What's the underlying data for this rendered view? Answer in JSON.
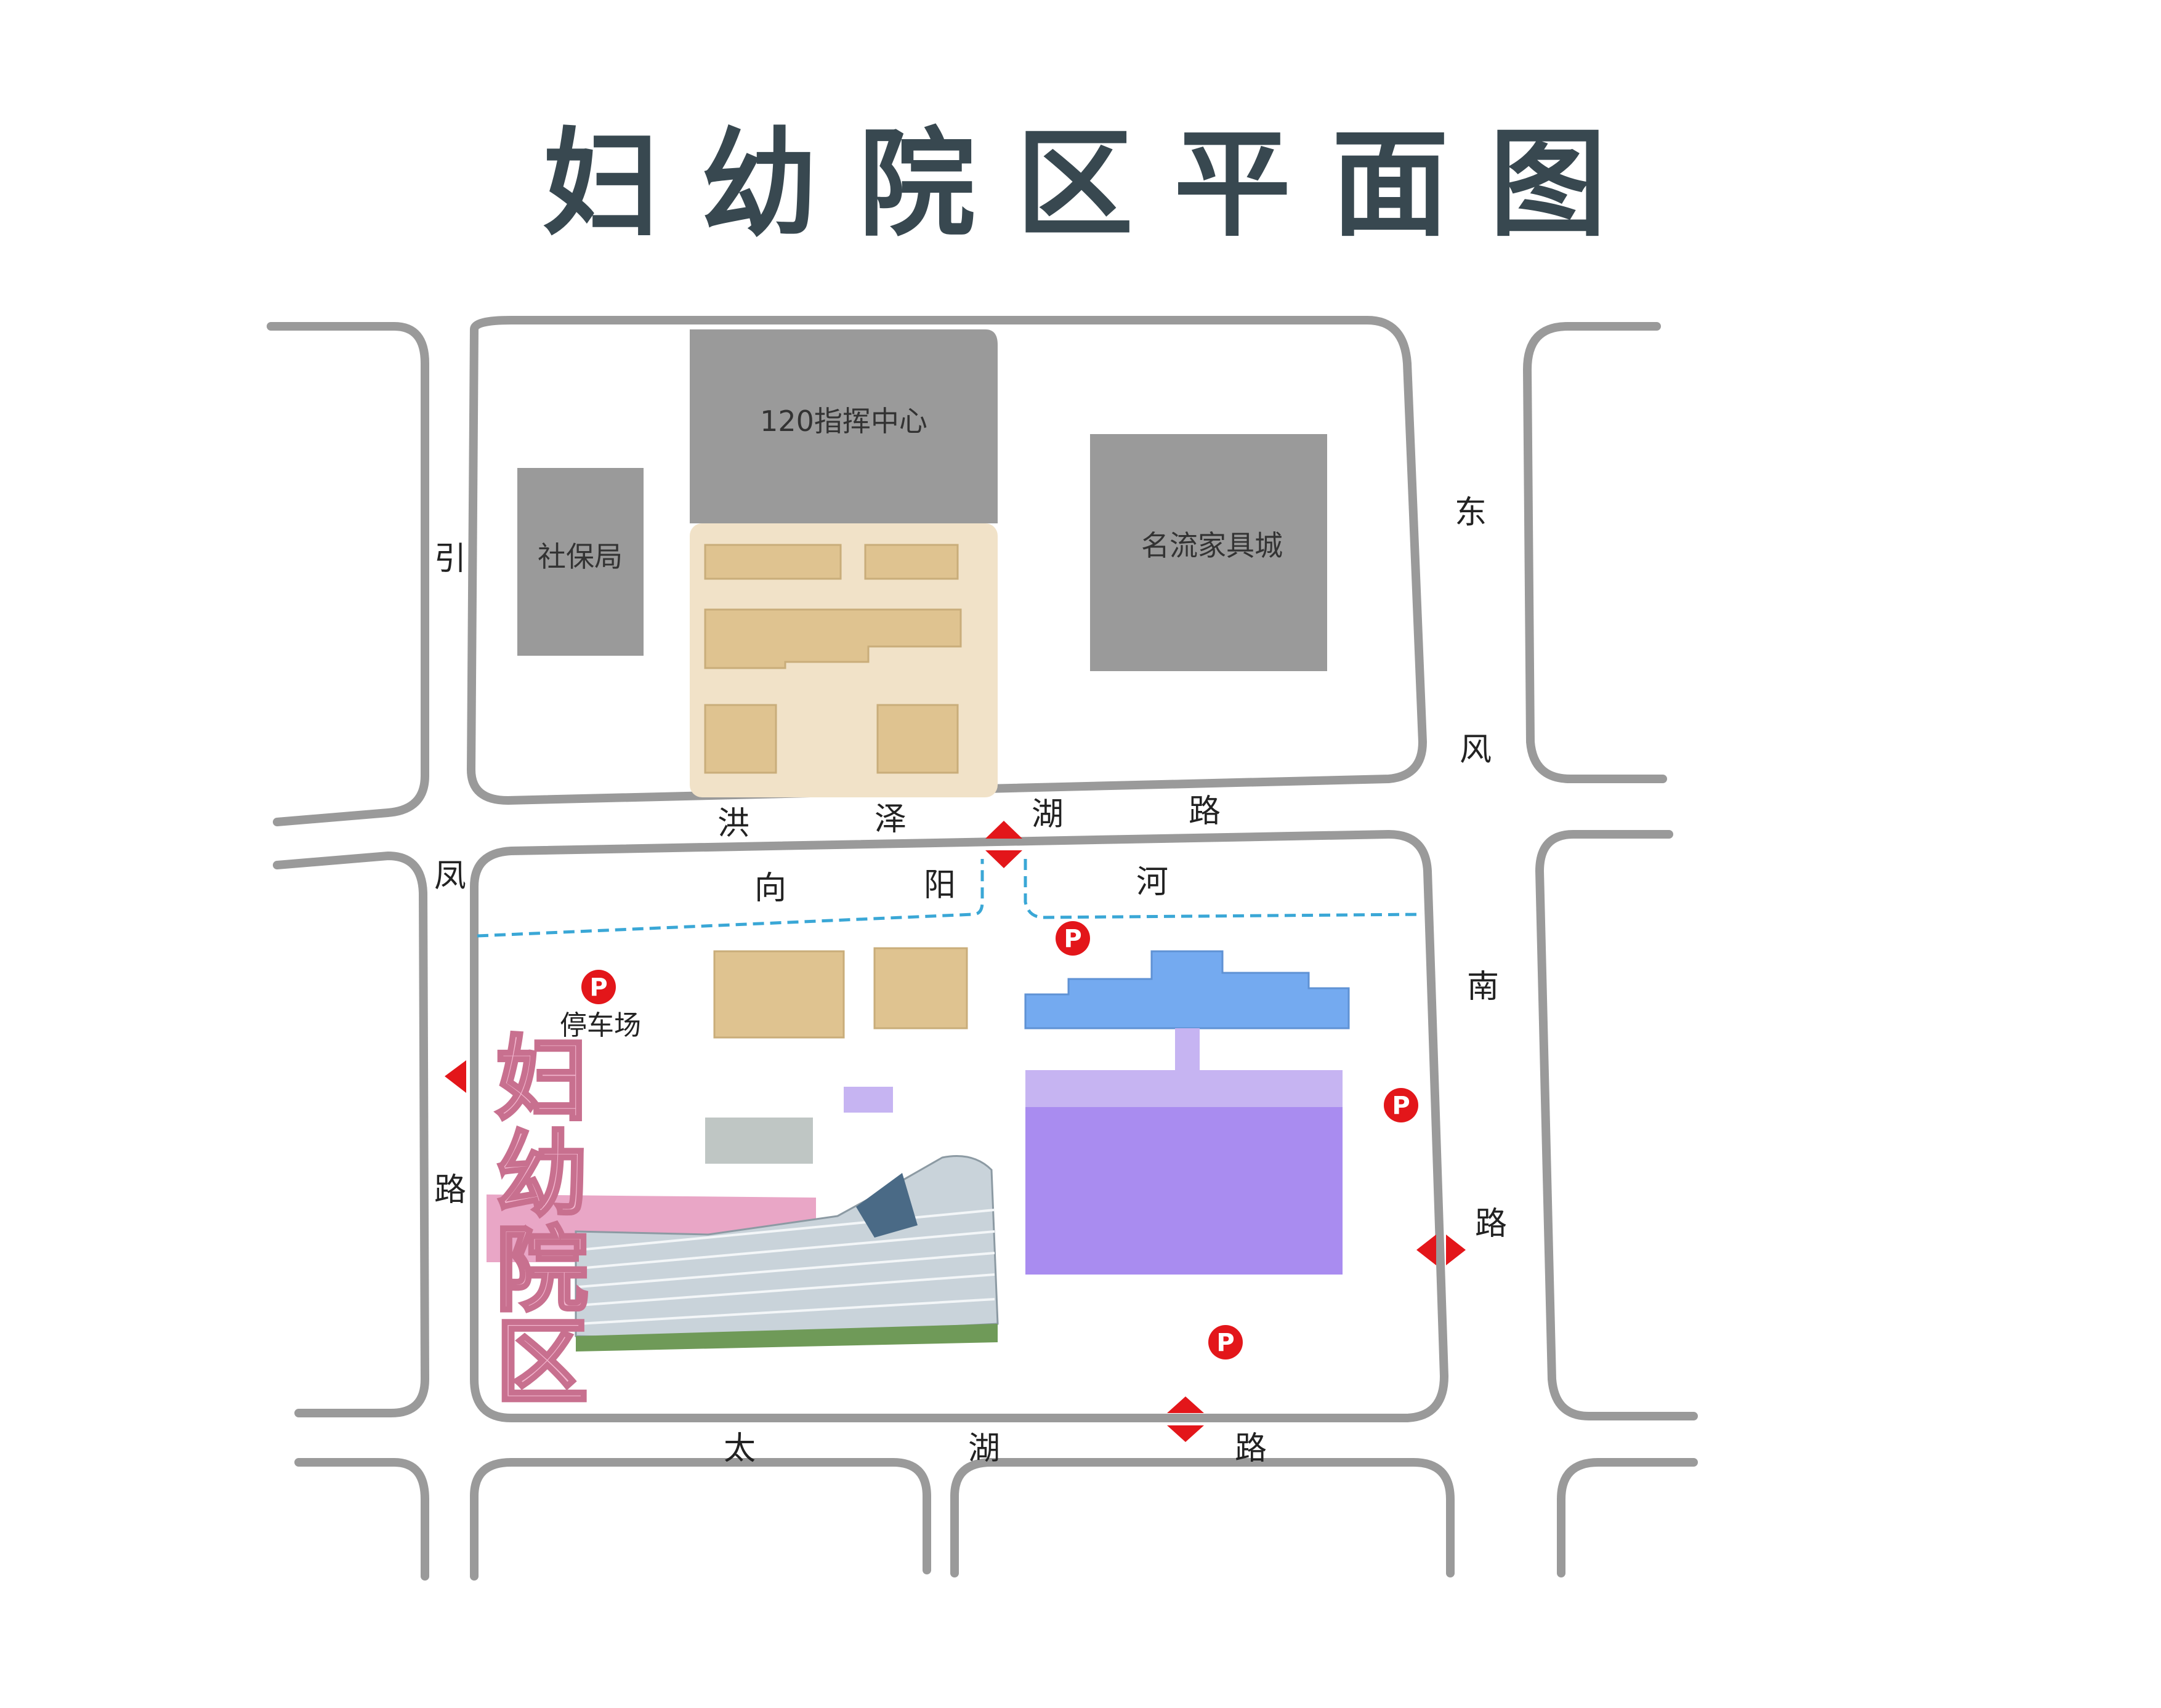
{
  "title": "妇 幼 院 区 平 面 图",
  "colors": {
    "road": "#9a9a9a",
    "building_gray": "#9a9a9a",
    "building_tan": "#dfc390",
    "courtyard": "#f1e2c8",
    "canal": "#3aa7d6",
    "blue_roof": "#74aaf0",
    "purple_block": "#a98cf0",
    "purple_light": "#c6b4f2",
    "pink": "#e9a6c6",
    "parking_red": "#e3161a",
    "accent_text": "#384850"
  },
  "buildings": {
    "command_center": "120指挥中心",
    "social_security": "社保局",
    "furniture_city": "名流家具城"
  },
  "roads": {
    "west_1": [
      "引",
      "凤"
    ],
    "west_2": [
      "路"
    ],
    "east_1": [
      "东",
      "风"
    ],
    "east_2": [
      "南",
      "路"
    ],
    "north": [
      "洪",
      "泽",
      "湖",
      "路"
    ],
    "south": [
      "太",
      "湖",
      "路"
    ],
    "river": [
      "向",
      "阳",
      "河"
    ]
  },
  "parking": {
    "symbol": "P",
    "label": "停车场"
  },
  "campus_label": [
    "妇",
    "幼",
    "院",
    "区"
  ],
  "icons": [
    "entrance-arrow-icon",
    "parking-icon"
  ]
}
